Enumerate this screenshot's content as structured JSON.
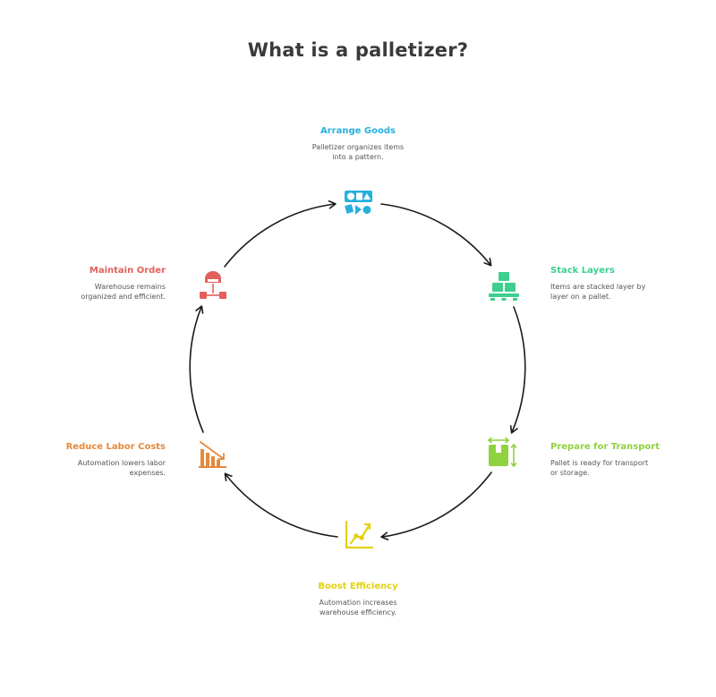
{
  "title": "What is a palletizer?",
  "colors": {
    "arrange": "#27b0dd",
    "stack": "#3ccf8e",
    "transport": "#8fd13f",
    "efficiency": "#e3d20d",
    "labor": "#e5893a",
    "order": "#e35f5b",
    "arrow": "#1a1a1a"
  },
  "steps": [
    {
      "key": "arrange",
      "title": "Arrange Goods",
      "description": "Palletizer organizes items\ninto a pattern.",
      "icon": "shapes-icon"
    },
    {
      "key": "stack",
      "title": "Stack Layers",
      "description": "Items are stacked layer by\nlayer on a pallet.",
      "icon": "stacked-boxes-icon"
    },
    {
      "key": "transport",
      "title": "Prepare for Transport",
      "description": "Pallet is ready for transport\nor storage.",
      "icon": "box-arrows-icon"
    },
    {
      "key": "efficiency",
      "title": "Boost Efficiency",
      "description": "Automation increases\nwarehouse efficiency.",
      "icon": "growth-chart-icon"
    },
    {
      "key": "labor",
      "title": "Reduce Labor Costs",
      "description": "Automation lowers labor\nexpenses.",
      "icon": "declining-chart-icon"
    },
    {
      "key": "order",
      "title": "Maintain Order",
      "description": "Warehouse remains\norganized and efficient.",
      "icon": "hierarchy-icon"
    }
  ]
}
